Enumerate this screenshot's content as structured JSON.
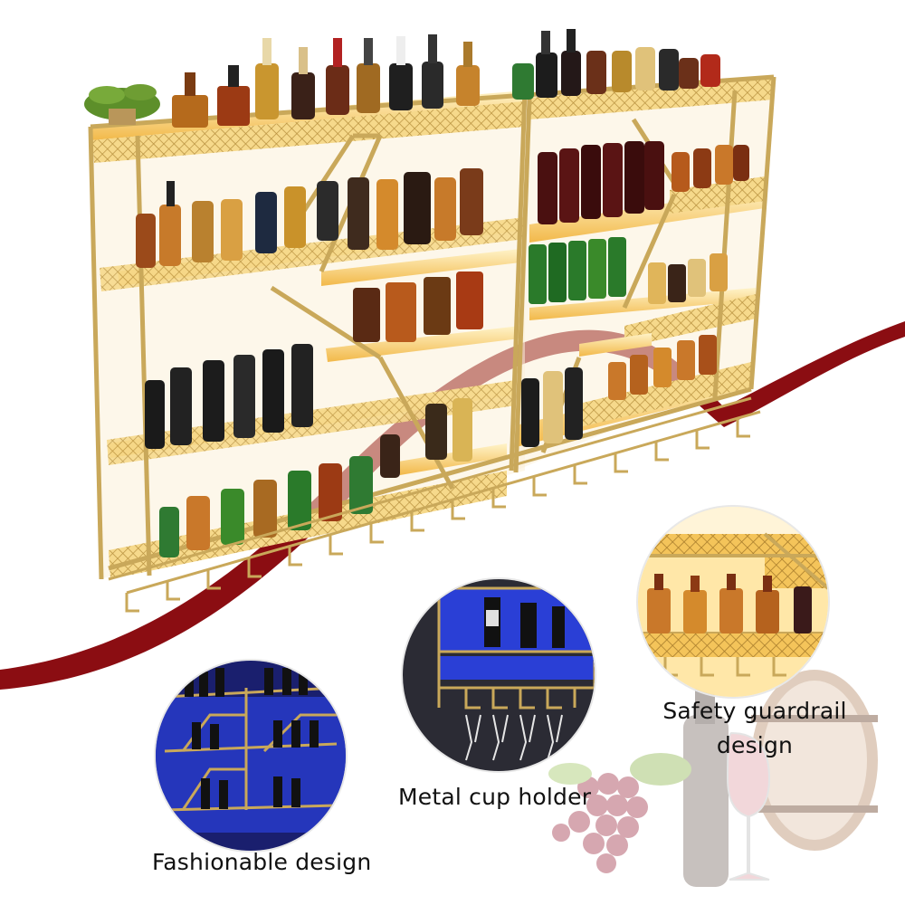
{
  "features": [
    {
      "caption": "Fashionable design"
    },
    {
      "caption": "Metal cup holder"
    },
    {
      "caption_line1": "Safety guardrail",
      "caption_line2": "design"
    }
  ],
  "colors": {
    "frame_gold": "#c9a85a",
    "shelf_glow": "#f4c45a",
    "ribbon_red": "#8b0d12",
    "blue_light": "#2a3fd6",
    "wine_red": "#7b1320"
  },
  "icons": [
    "grape-bunch-icon",
    "wine-glass-icon",
    "wine-barrel-icon",
    "potted-plant-icon"
  ]
}
